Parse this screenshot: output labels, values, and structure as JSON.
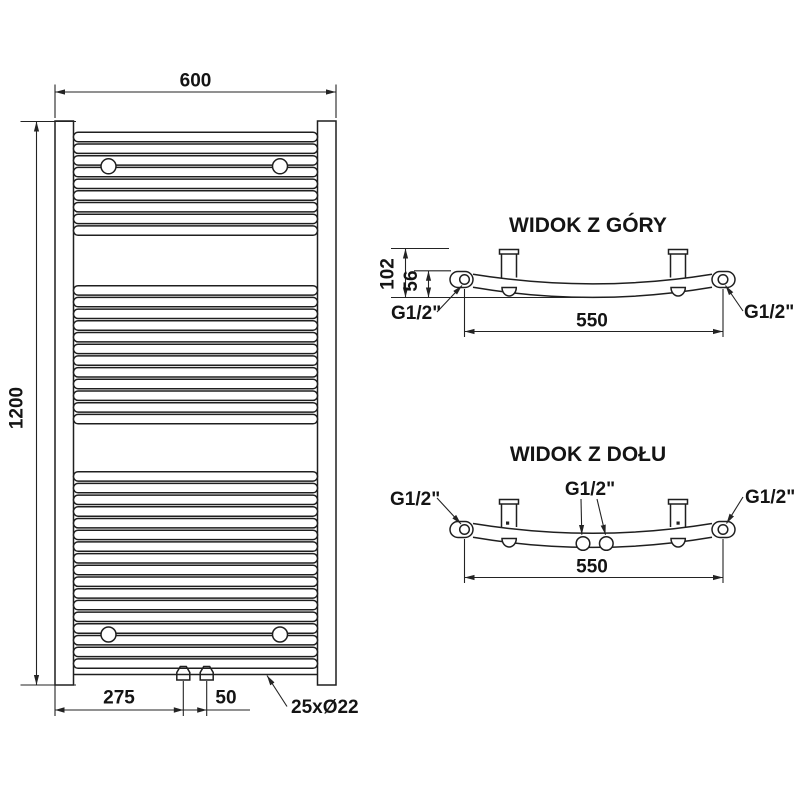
{
  "front_view": {
    "width_dim": "600",
    "height_dim": "1200",
    "left_offset_dim": "275",
    "valve_spacing_dim": "50",
    "tubes_label": "25xØ22"
  },
  "top_view": {
    "title": "WIDOK Z GÓRY",
    "total_depth_dim": "102",
    "rail_depth_dim": "56",
    "connection_spacing_dim": "550",
    "left_connection": "G1/2\"",
    "right_connection": "G1/2\""
  },
  "bottom_view": {
    "title": "WIDOK Z DOŁU",
    "connection_spacing_dim": "550",
    "left_connection": "G1/2\"",
    "center_connection": "G1/2\"",
    "right_connection": "G1/2\""
  },
  "colors": {
    "line": "#1f1f1f",
    "dim_line": "#232323",
    "text": "#141414",
    "background": "#ffffff"
  }
}
